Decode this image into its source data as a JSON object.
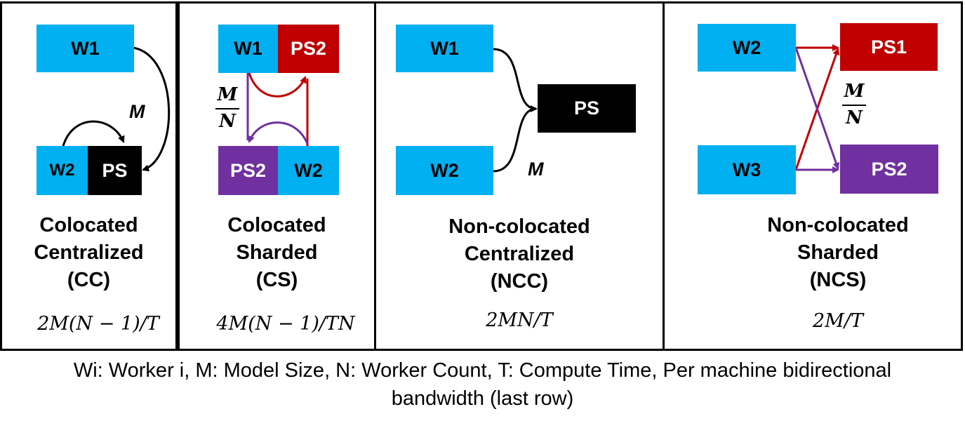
{
  "panels": [
    {
      "title": [
        "Colocated",
        "Centralized",
        "(CC)"
      ],
      "formula": "2M(N − 1)/T",
      "boxes": [
        "W1",
        "W2",
        "PS"
      ],
      "edge_label": "M"
    },
    {
      "title": [
        "Colocated",
        "Sharded",
        "(CS)"
      ],
      "formula": "4M(N − 1)/TN",
      "boxes": [
        "W1",
        "PS2",
        "PS2",
        "W2"
      ],
      "edge_label": {
        "numerator": "M",
        "denominator": "N"
      }
    },
    {
      "title": [
        "Non-colocated",
        "Centralized",
        "(NCC)"
      ],
      "formula": "2MN/T",
      "boxes": [
        "W1",
        "PS",
        "W2"
      ],
      "edge_label": "M"
    },
    {
      "title": [
        "Non-colocated",
        "Sharded",
        "(NCS)"
      ],
      "formula": "2M/T",
      "boxes": [
        "W2",
        "PS1",
        "W3",
        "PS2"
      ],
      "edge_label": {
        "numerator": "M",
        "denominator": "N"
      }
    }
  ],
  "caption": [
    "Wi: Worker i, M: Model Size, N: Worker Count, T: Compute Time, Per machine bidirectional",
    "bandwidth (last row)"
  ],
  "colors": {
    "worker": "#00b0f0",
    "ps": "#000000",
    "ps_red": "#c00000",
    "ps_purple": "#7030a0"
  }
}
